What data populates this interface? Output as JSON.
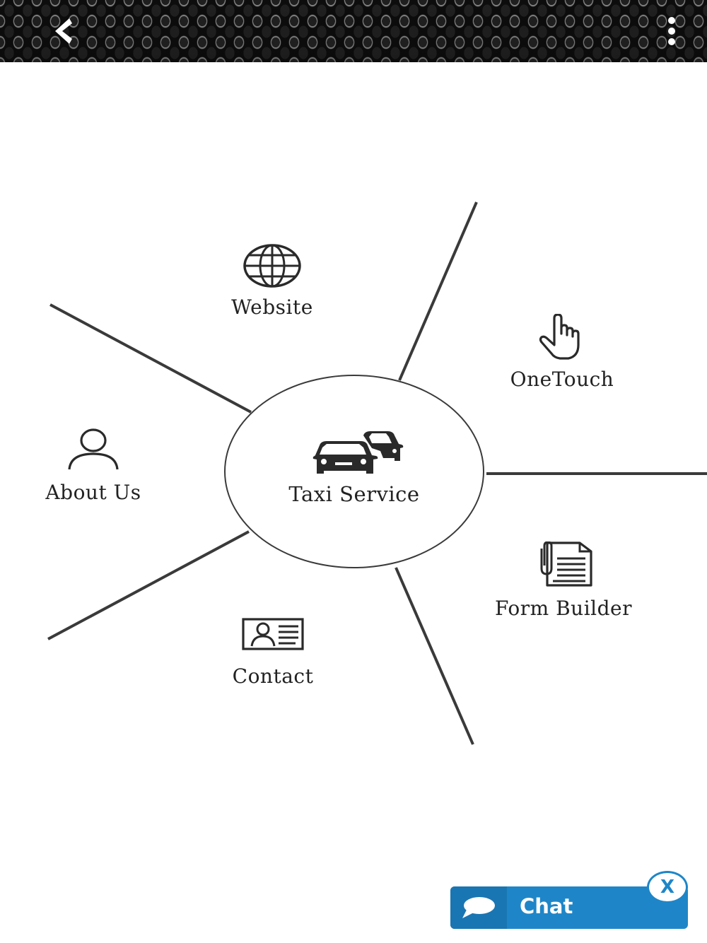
{
  "header": {
    "back_icon": "chevron-left-icon",
    "menu_icon": "more-vertical-icon"
  },
  "hub": {
    "label": "Taxi Service",
    "icon": "taxi-cars-icon"
  },
  "menu_items": [
    {
      "label": "Website",
      "icon": "globe-icon"
    },
    {
      "label": "OneTouch",
      "icon": "hand-pointer-icon"
    },
    {
      "label": "About Us",
      "icon": "user-icon"
    },
    {
      "label": "Form Builder",
      "icon": "document-clip-icon"
    },
    {
      "label": "Contact",
      "icon": "contact-card-icon"
    }
  ],
  "chat": {
    "label": "Chat",
    "close_label": "X",
    "icon": "speech-bubble-icon"
  },
  "colors": {
    "accent": "#1e86c8",
    "text": "#222222",
    "line": "#3a3a3a"
  }
}
